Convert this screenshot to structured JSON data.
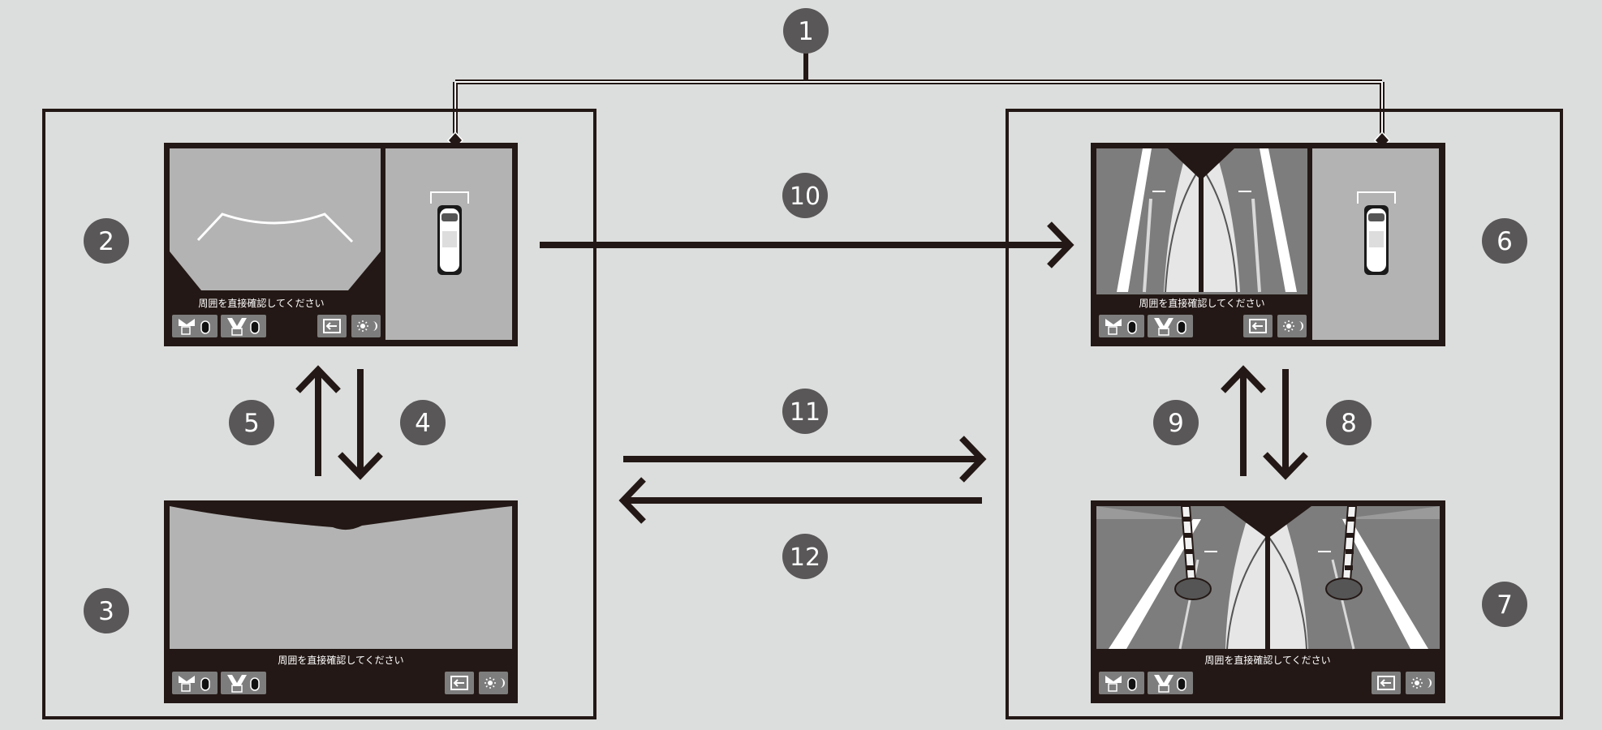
{
  "callouts": {
    "c1": "1",
    "c2": "2",
    "c3": "3",
    "c4": "4",
    "c5": "5",
    "c6": "6",
    "c7": "7",
    "c8": "8",
    "c9": "9",
    "c10": "10",
    "c11": "11",
    "c12": "12"
  },
  "screens": {
    "caption": "周囲を直接確認してください"
  },
  "colors": {
    "background": "#dcdedd",
    "frame": "#231815",
    "callout": "#595757",
    "view_gray": "#b3b3b3"
  }
}
